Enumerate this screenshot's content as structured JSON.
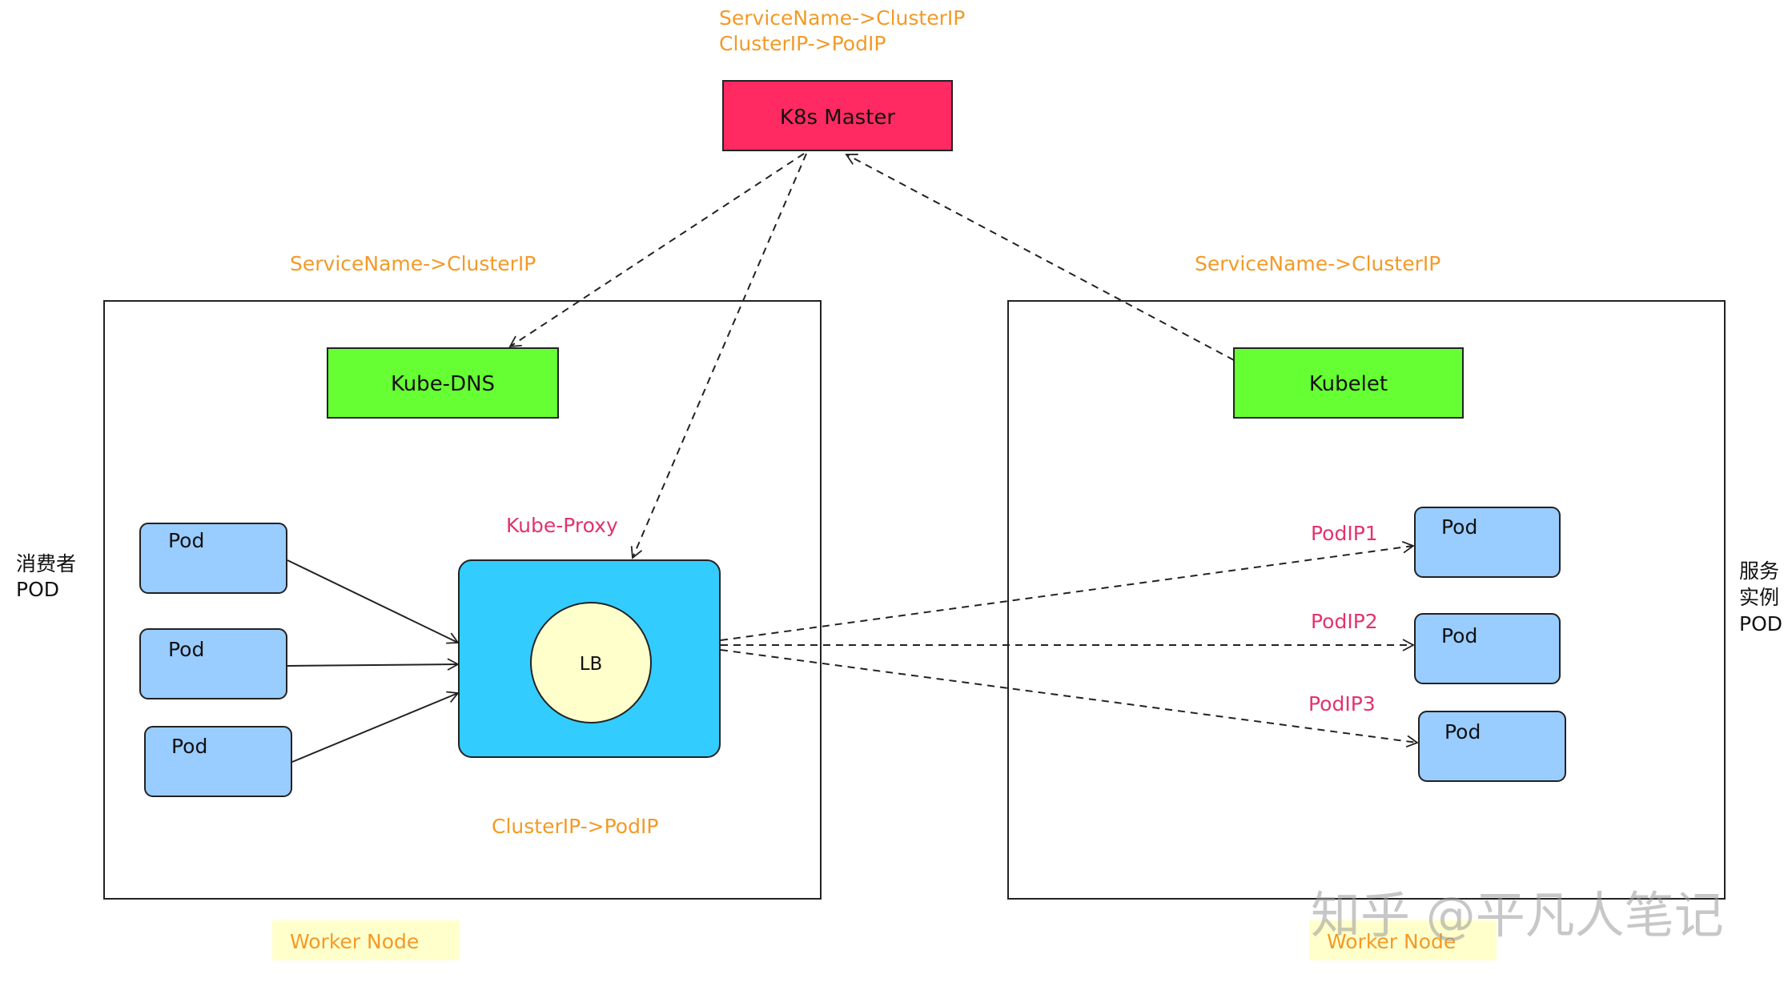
{
  "master": {
    "title": "K8s Master",
    "mapping_line1": "ServiceName->ClusterIP",
    "mapping_line2": "ClusterIP->PodIP",
    "fill": "#fe2a61"
  },
  "left_node": {
    "label": "Worker Node",
    "dns_mapping": "ServiceName->ClusterIP",
    "kube_dns": "Kube-DNS",
    "kube_proxy": "Kube-Proxy",
    "lb": "LB",
    "proxy_mapping": "ClusterIP->PodIP",
    "consumer_label_line1": "消费者",
    "consumer_label_line2": "POD",
    "pods": [
      "Pod",
      "Pod",
      "Pod"
    ]
  },
  "right_node": {
    "label": "Worker Node",
    "kubelet_mapping": "ServiceName->ClusterIP",
    "kubelet": "Kubelet",
    "service_label_line1": "服务",
    "service_label_line2": "实例",
    "service_label_line3": "POD",
    "pods": [
      "Pod",
      "Pod",
      "Pod"
    ],
    "pod_ips": [
      "PodIP1",
      "PodIP2",
      "PodIP3"
    ]
  },
  "watermark": "知乎 @平凡人笔记",
  "colors": {
    "green": "#66ff33",
    "pod_blue": "#99ccff",
    "proxy_cyan": "#33ccff",
    "lb_yellow": "#ffffcc",
    "label_orange": "#f39a26",
    "label_pink": "#e2336d",
    "node_label_bg": "#ffffcc"
  }
}
